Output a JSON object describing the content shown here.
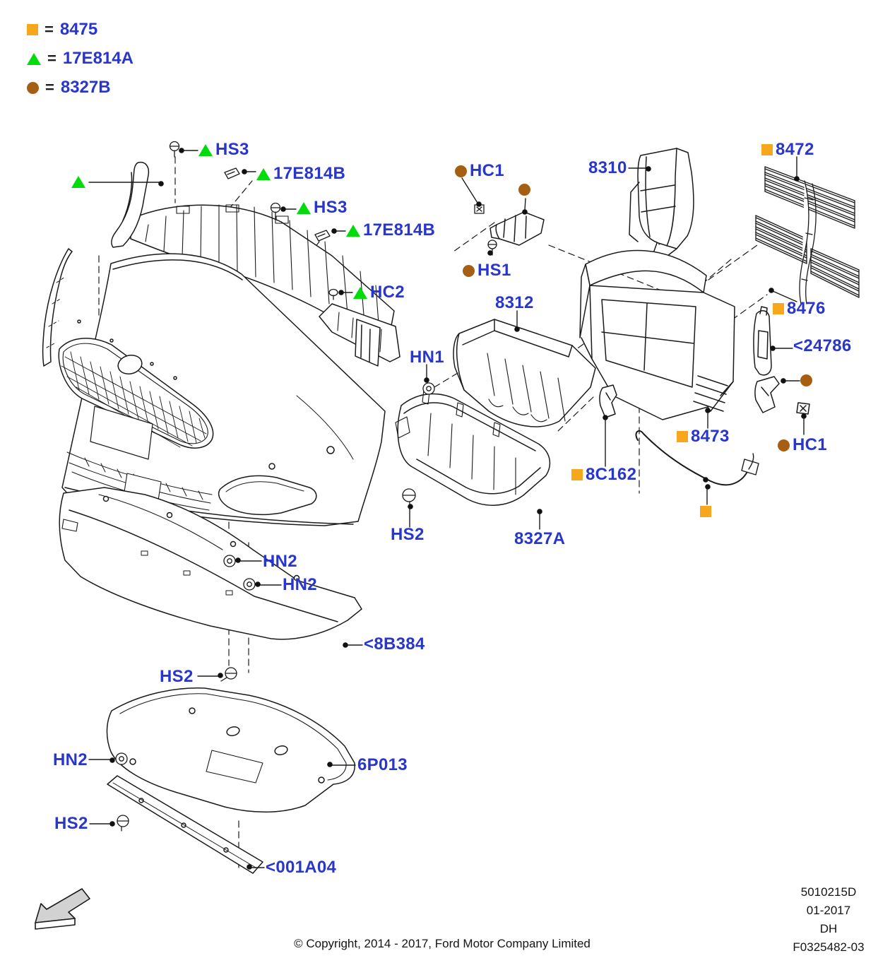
{
  "legend": {
    "rows": [
      {
        "symbol": "square",
        "eq": "=",
        "code": "8475"
      },
      {
        "symbol": "triangle",
        "eq": "=",
        "code": "17E814A"
      },
      {
        "symbol": "circle",
        "eq": "=",
        "code": "8327B"
      }
    ]
  },
  "callouts": [
    {
      "id": "hs3-1",
      "marker": "triangle",
      "text": "HS3"
    },
    {
      "id": "17e814b-1",
      "marker": "triangle",
      "text": "17E814B"
    },
    {
      "id": "hs3-2",
      "marker": "triangle",
      "text": "HS3"
    },
    {
      "id": "17e814b-2",
      "marker": "triangle",
      "text": "17E814B"
    },
    {
      "id": "hc2",
      "marker": "triangle",
      "text": "HC2"
    },
    {
      "id": "tri-lone",
      "marker": "triangle",
      "text": ""
    },
    {
      "id": "hc1-1",
      "marker": "circle",
      "text": "HC1"
    },
    {
      "id": "cir-lone-1",
      "marker": "circle",
      "text": ""
    },
    {
      "id": "hs1",
      "marker": "circle",
      "text": "HS1"
    },
    {
      "id": "p8312",
      "marker": "none",
      "text": "8312"
    },
    {
      "id": "hn1",
      "marker": "none",
      "text": "HN1"
    },
    {
      "id": "p8310",
      "marker": "none",
      "text": "8310"
    },
    {
      "id": "p8472",
      "marker": "square",
      "text": "8472"
    },
    {
      "id": "p8476",
      "marker": "square",
      "text": "8476"
    },
    {
      "id": "p24786",
      "marker": "none",
      "text": "<24786"
    },
    {
      "id": "p8473",
      "marker": "square",
      "text": "8473"
    },
    {
      "id": "hc1-2",
      "marker": "circle",
      "text": "HC1"
    },
    {
      "id": "cir-lone-2",
      "marker": "circle",
      "text": ""
    },
    {
      "id": "p8c162",
      "marker": "square",
      "text": "8C162"
    },
    {
      "id": "sq-lone",
      "marker": "square",
      "text": ""
    },
    {
      "id": "hs2-1",
      "marker": "none",
      "text": "HS2"
    },
    {
      "id": "p8327a",
      "marker": "none",
      "text": "8327A"
    },
    {
      "id": "hn2-1",
      "marker": "none",
      "text": "HN2"
    },
    {
      "id": "hn2-2",
      "marker": "none",
      "text": "HN2"
    },
    {
      "id": "p8b384",
      "marker": "none",
      "text": "<8B384"
    },
    {
      "id": "hs2-2",
      "marker": "none",
      "text": "HS2"
    },
    {
      "id": "p6p013",
      "marker": "none",
      "text": "6P013"
    },
    {
      "id": "hn2-3",
      "marker": "none",
      "text": "HN2"
    },
    {
      "id": "hs2-3",
      "marker": "none",
      "text": "HS2"
    },
    {
      "id": "p001a04",
      "marker": "none",
      "text": "<001A04"
    }
  ],
  "footer": {
    "copyright": "© Copyright, 2014 - 2017, Ford Motor Company Limited",
    "doc_number": "5010215D",
    "date": "01-2017",
    "initials": "DH",
    "figure_number": "F0325482-03"
  },
  "colors": {
    "label": "#2836CE",
    "green": "#00DC0A",
    "orange": "#F7A71C",
    "brown": "#A65E12",
    "line": "#1A1A1A"
  }
}
